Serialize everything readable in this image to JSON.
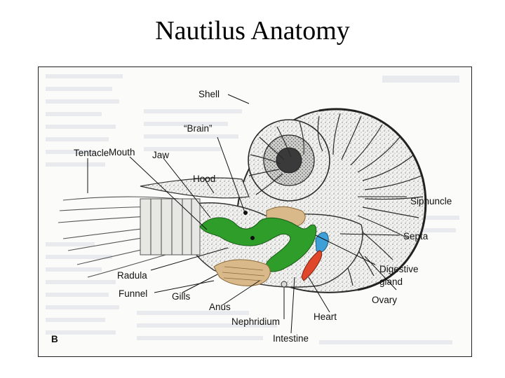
{
  "title": "Nautilus Anatomy",
  "figure": {
    "panel_letter": "B",
    "labels": {
      "shell": "Shell",
      "brain": "“Brain”",
      "tentacle": "Tentacle",
      "mouth": "Mouth",
      "jaw": "Jaw",
      "hood": "Hood",
      "siphuncle": "Siphuncle",
      "septa": "Septa",
      "digestive_1": "Digestive",
      "digestive_2": "gland",
      "radula": "Radula",
      "funnel": "Funnel",
      "gills": "Gills",
      "anus": "Anus",
      "ovary": "Ovary",
      "heart": "Heart",
      "nephridium": "Nephridium",
      "intestine": "Intestine"
    }
  },
  "colors": {
    "gut": "#2e9d2a",
    "digestive_gland": "#d9b98a",
    "heart": "#e0472a",
    "blue_organ": "#3fa0d8",
    "shell_ink": "#2a2a2a"
  }
}
